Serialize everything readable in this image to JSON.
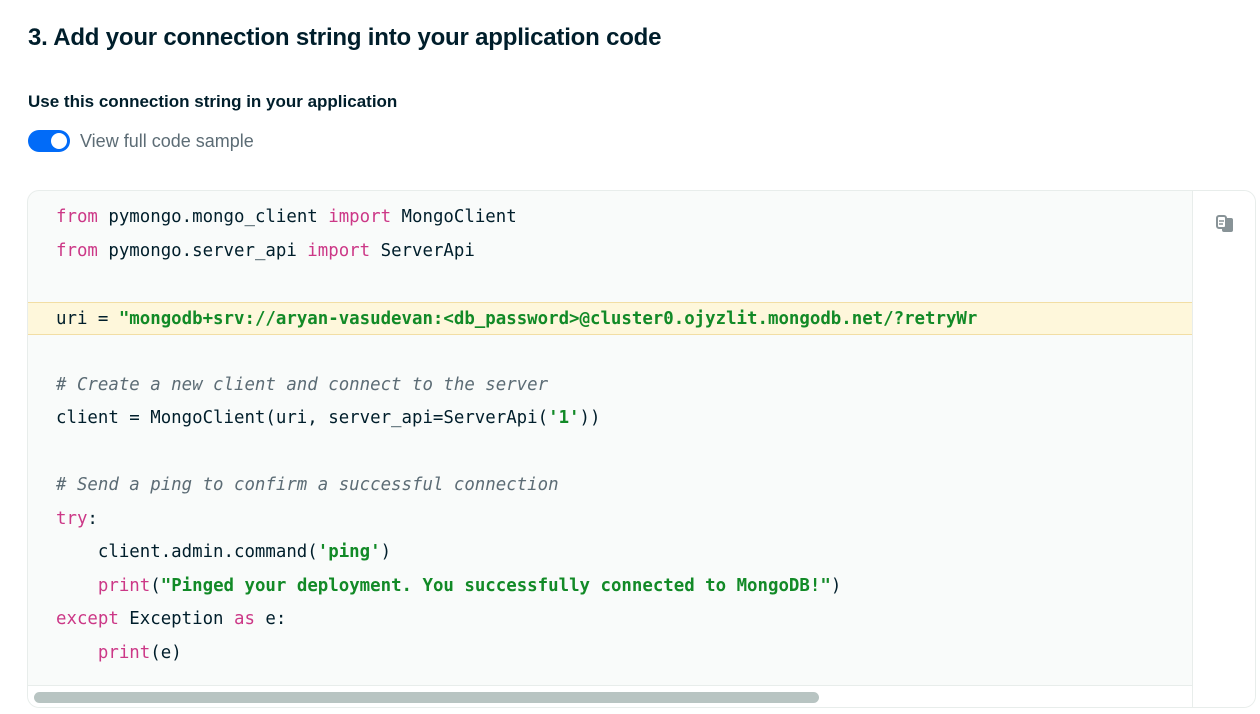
{
  "heading": "3. Add your connection string into your application code",
  "subheading": "Use this connection string in your application",
  "toggle": {
    "label": "View full code sample",
    "checked": true
  },
  "copy_icon": "copy-icon",
  "colors": {
    "accent": "#016bf8",
    "keyword": "#cc3887",
    "string": "#128a27",
    "comment": "#5c6c75",
    "highlight": "#fef7db"
  },
  "code": {
    "l1": {
      "kw1": "from",
      "t1": " pymongo.mongo_client ",
      "kw2": "import",
      "t2": " MongoClient"
    },
    "l2": {
      "kw1": "from",
      "t1": " pymongo.server_api ",
      "kw2": "import",
      "t2": " ServerApi"
    },
    "l4": {
      "t1": "uri = ",
      "str": "\"mongodb+srv://aryan-vasudevan:<db_password>@cluster0.ojyzlit.mongodb.net/?retryWr"
    },
    "l6": {
      "cmt": "# Create a new client and connect to the server"
    },
    "l7": {
      "t1": "client = MongoClient(uri, server_api=ServerApi(",
      "str": "'1'",
      "t2": "))"
    },
    "l9": {
      "cmt": "# Send a ping to confirm a successful connection"
    },
    "l10": {
      "kw": "try",
      "t1": ":"
    },
    "l11": {
      "t1": "    client.admin.command(",
      "str": "'ping'",
      "t2": ")"
    },
    "l12": {
      "t0": "    ",
      "fn": "print",
      "t1": "(",
      "str": "\"Pinged your deployment. You successfully connected to MongoDB!\"",
      "t2": ")"
    },
    "l13": {
      "kw1": "except",
      "t1": " Exception ",
      "kw2": "as",
      "t2": " e:"
    },
    "l14": {
      "t0": "    ",
      "fn": "print",
      "t1": "(e)"
    }
  },
  "scroll": {
    "position": 0,
    "visible_fraction": 0.68
  }
}
